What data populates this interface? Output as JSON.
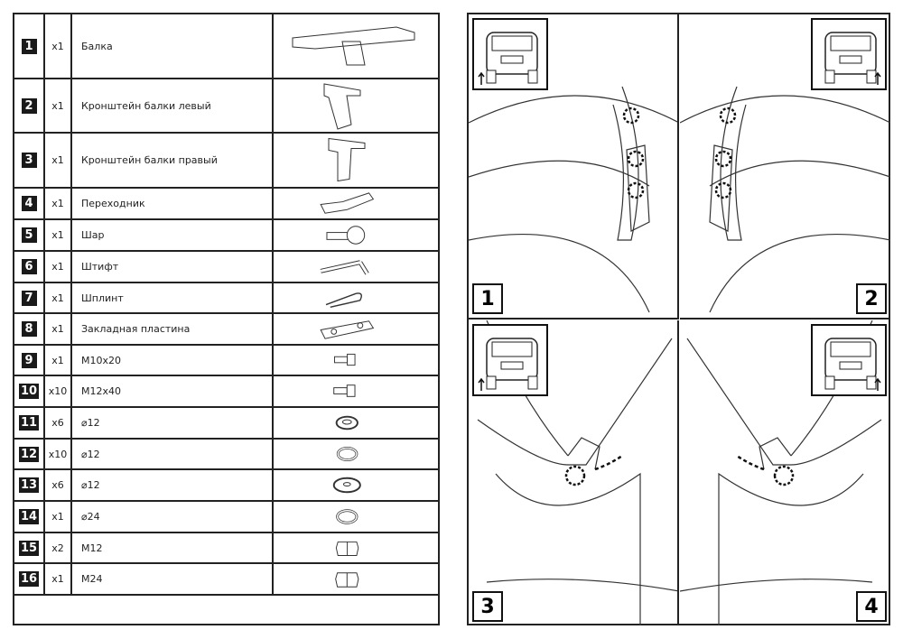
{
  "parts": [
    {
      "num": "1",
      "qty": "x1",
      "name": "Балка",
      "icon": "tow-beam-icon"
    },
    {
      "num": "2",
      "qty": "x1",
      "name": "Кронштейн балки левый",
      "icon": "left-bracket-icon"
    },
    {
      "num": "3",
      "qty": "x1",
      "name": "Кронштейн балки правый",
      "icon": "right-bracket-icon"
    },
    {
      "num": "4",
      "qty": "x1",
      "name": "Переходник",
      "icon": "adapter-icon"
    },
    {
      "num": "5",
      "qty": "x1",
      "name": "Шар",
      "icon": "tow-ball-icon"
    },
    {
      "num": "6",
      "qty": "x1",
      "name": "Штифт",
      "icon": "pin-icon"
    },
    {
      "num": "7",
      "qty": "x1",
      "name": "Шплинт",
      "icon": "cotter-pin-icon"
    },
    {
      "num": "8",
      "qty": "x1",
      "name": "Закладная пластина",
      "icon": "plate-icon"
    },
    {
      "num": "9",
      "qty": "x1",
      "name": "M10x20",
      "icon": "bolt-icon"
    },
    {
      "num": "10",
      "qty": "x10",
      "name": "M12x40",
      "icon": "bolt-icon"
    },
    {
      "num": "11",
      "qty": "x6",
      "name": "⌀12",
      "icon": "washer-icon"
    },
    {
      "num": "12",
      "qty": "x10",
      "name": "⌀12",
      "icon": "spring-washer-icon"
    },
    {
      "num": "13",
      "qty": "x6",
      "name": "⌀12",
      "icon": "large-washer-icon"
    },
    {
      "num": "14",
      "qty": "x1",
      "name": "⌀24",
      "icon": "spring-washer-icon"
    },
    {
      "num": "15",
      "qty": "x2",
      "name": "M12",
      "icon": "nut-icon"
    },
    {
      "num": "16",
      "qty": "x1",
      "name": "M24",
      "icon": "nut-icon"
    }
  ],
  "steps": [
    {
      "num": "1"
    },
    {
      "num": "2"
    },
    {
      "num": "3"
    },
    {
      "num": "4"
    }
  ]
}
